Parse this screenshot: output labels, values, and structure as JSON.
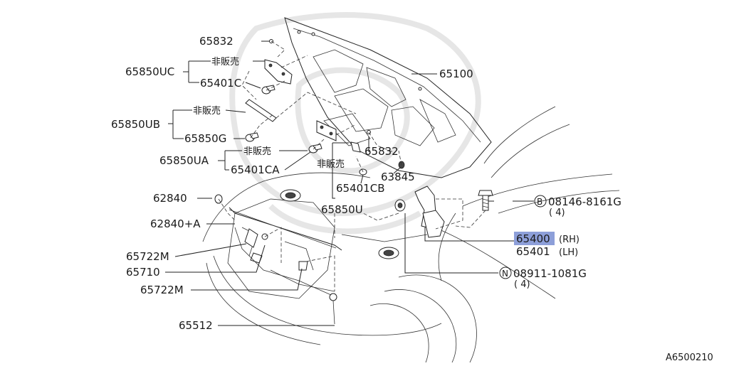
{
  "diagram_code": "A6500210",
  "labels": {
    "p65832a": "65832",
    "p65850UC": "65850UC",
    "ns1": "非販売",
    "p65401C": "65401C",
    "p65100": "65100",
    "ns2": "非販売",
    "p65850UB": "65850UB",
    "p65850G": "65850G",
    "p65832b": "65832",
    "p65850UA": "65850UA",
    "ns3": "非販売",
    "p65401CA": "65401CA",
    "ns4": "非販売",
    "p63845": "63845",
    "p65401CB": "65401CB",
    "p65850U": "65850U",
    "p62840": "62840",
    "p62840A": "62840+A",
    "p65722Ma": "65722M",
    "p65710": "65710",
    "p65722Mb": "65722M",
    "p65512": "65512",
    "bolt_symbol": "B",
    "bolt_part": "08146-8161G",
    "bolt_qty": "( 4)",
    "nut_symbol": "N",
    "nut_part": "08911-1081G",
    "nut_qty": "( 4)",
    "p65400": "65400",
    "p65400_side": "(RH)",
    "p65401": "65401",
    "p65401_side": "(LH)"
  },
  "highlight": {
    "part": "65400",
    "color": "#8d9fd9"
  }
}
